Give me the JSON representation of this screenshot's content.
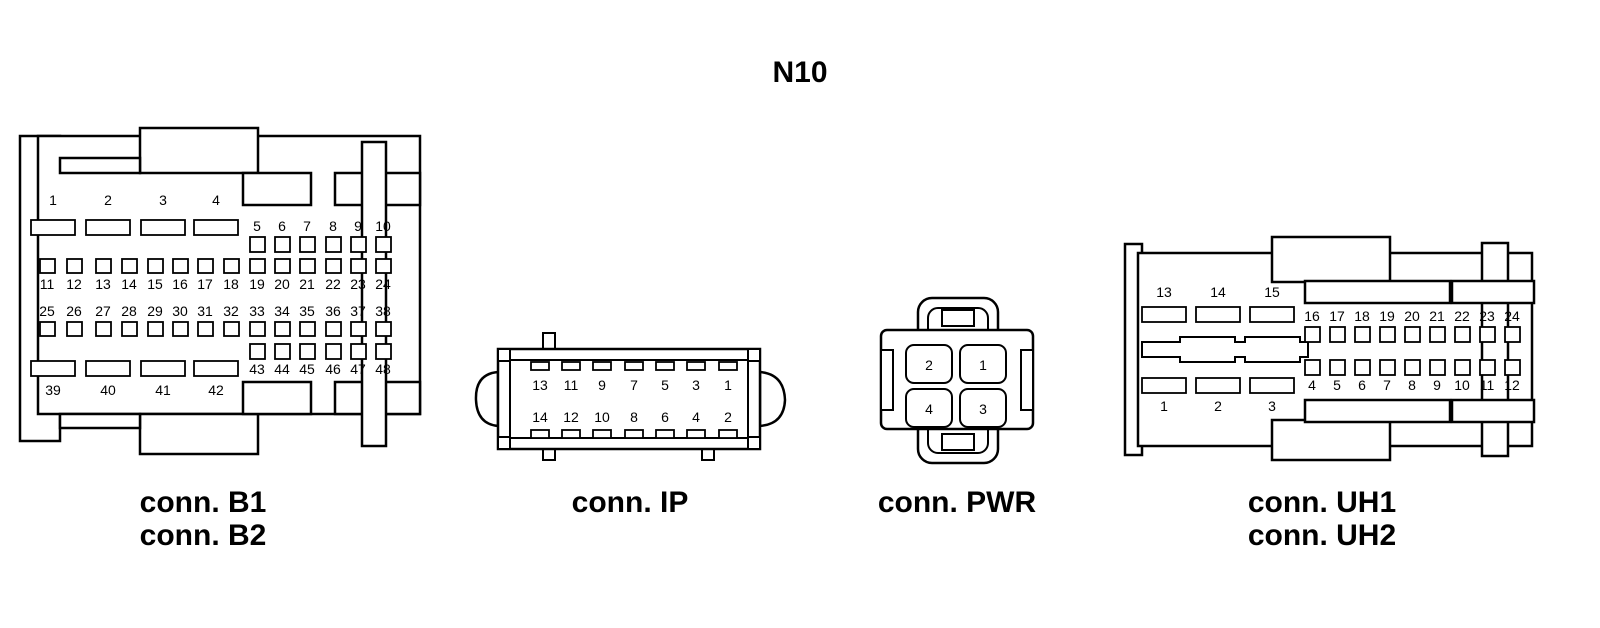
{
  "title": "N10",
  "connectors": {
    "b": {
      "caption_1": "conn. B1",
      "caption_2": "conn. B2",
      "top_large": [
        "1",
        "2",
        "3",
        "4"
      ],
      "top_small": [
        "5",
        "6",
        "7",
        "8",
        "9",
        "10"
      ],
      "row_a": [
        "11",
        "12",
        "13",
        "14",
        "15",
        "16",
        "17",
        "18",
        "19",
        "20",
        "21",
        "22",
        "23",
        "24"
      ],
      "row_b": [
        "25",
        "26",
        "27",
        "28",
        "29",
        "30",
        "31",
        "32",
        "33",
        "34",
        "35",
        "36",
        "37",
        "38"
      ],
      "bottom_small": [
        "43",
        "44",
        "45",
        "46",
        "47",
        "48"
      ],
      "bottom_large": [
        "39",
        "40",
        "41",
        "42"
      ]
    },
    "ip": {
      "caption": "conn. IP",
      "top_row": [
        "13",
        "11",
        "9",
        "7",
        "5",
        "3",
        "1"
      ],
      "bottom_row": [
        "14",
        "12",
        "10",
        "8",
        "6",
        "4",
        "2"
      ]
    },
    "pwr": {
      "caption": "conn. PWR",
      "pins": [
        "2",
        "1",
        "4",
        "3"
      ]
    },
    "uh": {
      "caption_1": "conn. UH1",
      "caption_2": "conn. UH2",
      "top_large": [
        "13",
        "14",
        "15"
      ],
      "top_small": [
        "16",
        "17",
        "18",
        "19",
        "20",
        "21",
        "22",
        "23",
        "24"
      ],
      "bottom_small": [
        "4",
        "5",
        "6",
        "7",
        "8",
        "9",
        "10",
        "11",
        "12"
      ],
      "bottom_large": [
        "1",
        "2",
        "3"
      ]
    }
  }
}
